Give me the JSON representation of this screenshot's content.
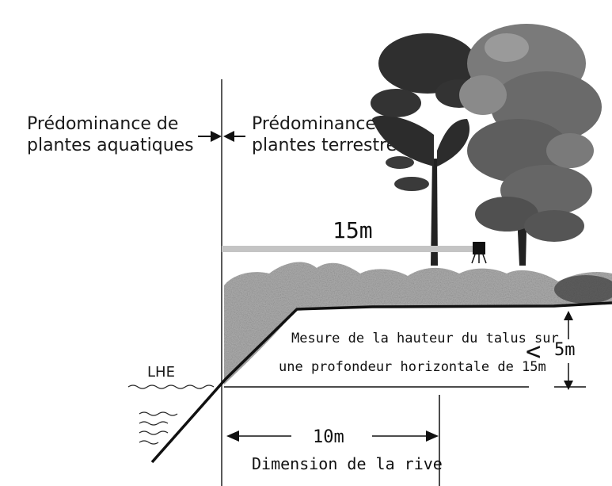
{
  "labels": {
    "aquatic_line1": "Prédominance de",
    "aquatic_line2": "plantes aquatiques",
    "terrestrial_line1": "Prédominance de",
    "terrestrial_line2": "plantes terrestres",
    "fifteen_m": "15m",
    "measure_line1": "Mesure de la hauteur du talus sur",
    "measure_line2": "une profondeur horizontale de 15m",
    "height_symbol": "<",
    "height_value": "5m",
    "lhe": "LHE",
    "ten_m": "10m",
    "rive": "Dimension de la rive"
  },
  "colors": {
    "ink": "#111111",
    "vegetation": "#6e6e6e",
    "foliage_dark": "#2f2f2f",
    "foliage_light": "#8a8a8a",
    "measure_bar": "#c4c4c4"
  }
}
